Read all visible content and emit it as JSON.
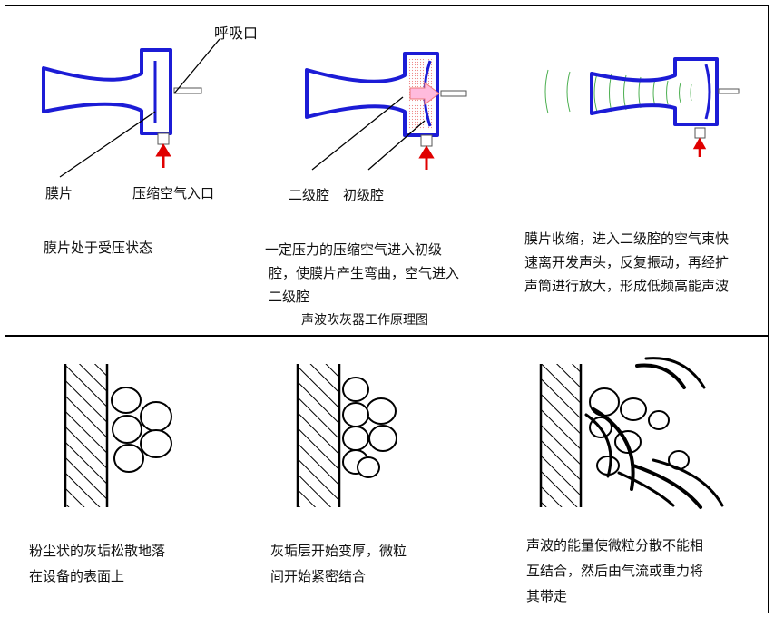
{
  "top_panel": {
    "stage1": {
      "label_breath_port": "呼吸口",
      "label_diaphragm": "膜片",
      "label_air_inlet": "压缩空气入口",
      "caption": "膜片处于受压状态"
    },
    "stage2": {
      "label_second_chamber": "二级腔",
      "label_first_chamber": "初级腔",
      "caption_lines": [
        "一定压力的压缩空气进入初级",
        "腔，使膜片产生弯曲，空气进入",
        "二级腔"
      ]
    },
    "stage3": {
      "caption_lines": [
        "膜片收缩，进入二级腔的空气束快",
        "速离开发声头，反复振动，再经扩",
        "声筒进行放大，形成低频高能声波"
      ]
    },
    "title": "声波吹灰器工作原理图"
  },
  "bottom_panel": {
    "stage1": {
      "caption_lines": [
        "粉尘状的灰垢松散地落",
        "在设备的表面上"
      ]
    },
    "stage2": {
      "caption_lines": [
        "灰垢层开始变厚，微粒",
        "间开始紧密结合"
      ]
    },
    "stage3": {
      "caption_lines": [
        "声波的能量使微粒分散不能相",
        "互结合，然后由气流或重力将",
        "其带走"
      ]
    }
  },
  "colors": {
    "horn_blue": "#1c1cd6",
    "arrow_red": "#e00000",
    "wave_green": "#4caf50",
    "line": "#000000"
  }
}
